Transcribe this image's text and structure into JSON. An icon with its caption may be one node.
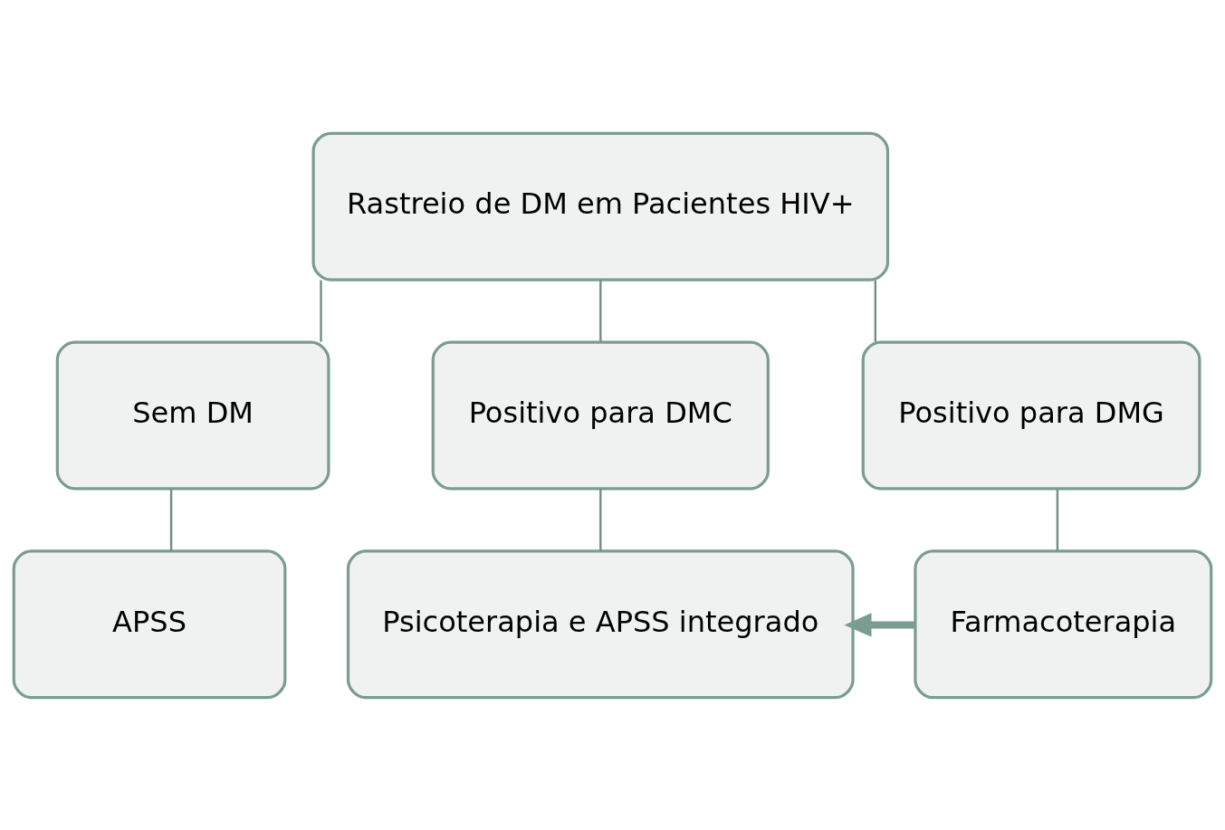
{
  "diagram": {
    "nodes": [
      {
        "text": [
          "Rastreio de DM em Pacientes HIV+"
        ]
      },
      {
        "text": [
          "Sem DM"
        ]
      },
      {
        "text": [
          "Positivo para DMC"
        ]
      },
      {
        "text": [
          "Positivo para DMG"
        ]
      },
      {
        "text": [
          "APSS"
        ]
      },
      {
        "text": [
          "Psicoterapia e APSS integrado"
        ]
      },
      {
        "text": [
          "Farmacoterapia"
        ]
      }
    ],
    "edges": [
      {
        "from": 0,
        "to": 1,
        "arrow": "none"
      },
      {
        "from": 0,
        "to": 2,
        "arrow": "none"
      },
      {
        "from": 0,
        "to": 3,
        "arrow": "none"
      },
      {
        "from": 1,
        "to": 4,
        "arrow": "none"
      },
      {
        "from": 2,
        "to": 5,
        "arrow": "none"
      },
      {
        "from": 3,
        "to": 6,
        "arrow": "none"
      },
      {
        "from": 6,
        "to": 5,
        "arrow": "to",
        "style": "thick",
        "color": "#7a9c91"
      }
    ]
  }
}
